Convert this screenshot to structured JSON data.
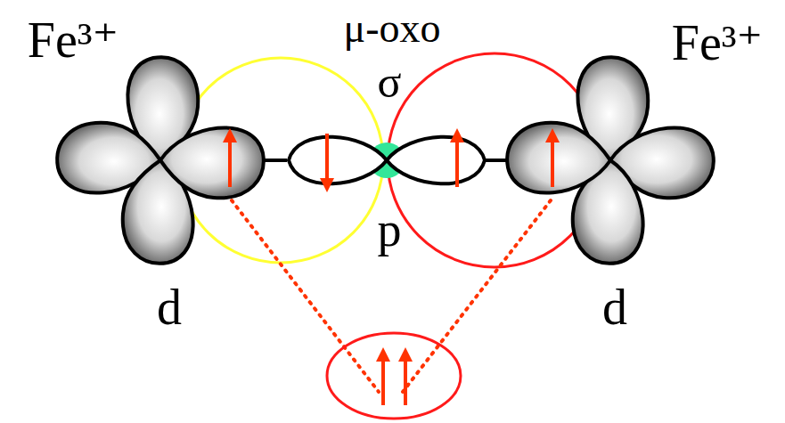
{
  "diagram": {
    "labels": [
      "μ-oxo",
      "Fe³⁺",
      "σ",
      "Fe³⁺",
      "p",
      "d",
      "d"
    ]
  }
}
